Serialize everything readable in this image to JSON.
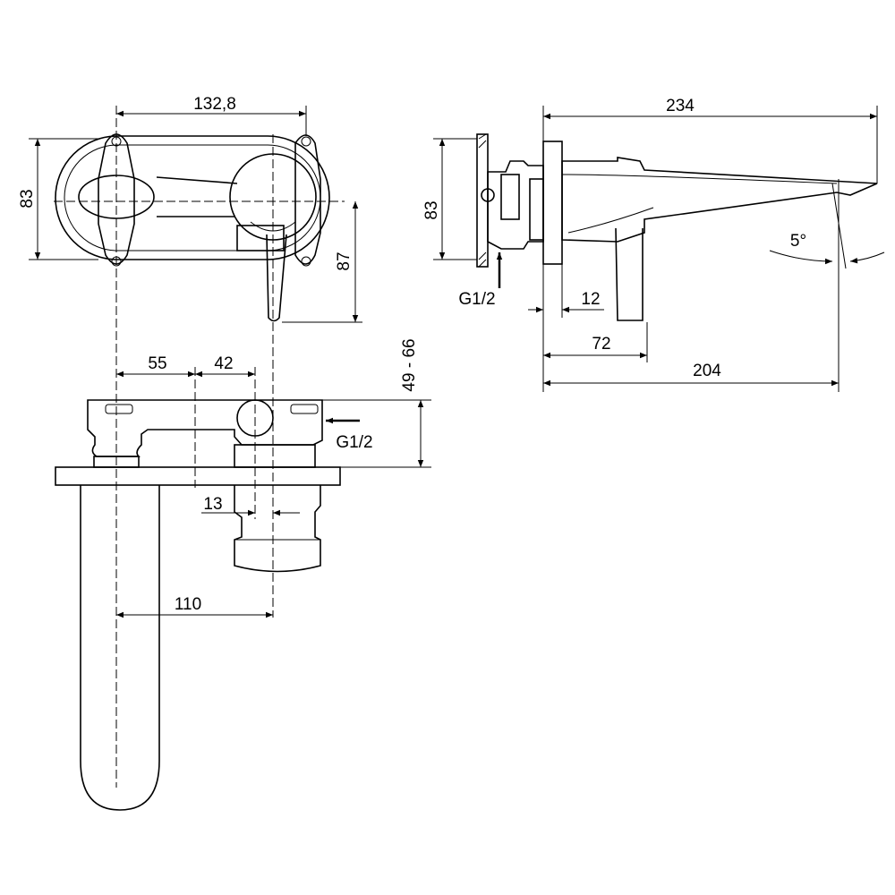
{
  "front_view": {
    "width_label": "132,8",
    "height_label": "83",
    "handle_drop_label": "87"
  },
  "side_view": {
    "length_label": "234",
    "height_label": "83",
    "inlet_label": "G1/2",
    "angle_label": "5°",
    "plate_label": "12",
    "handle_label": "72",
    "projection_label": "204"
  },
  "top_view": {
    "offset1_label": "55",
    "offset2_label": "42",
    "depth_label": "49 - 66",
    "inlet_label": "G1/2",
    "cartridge_label": "13",
    "spout_label": "110"
  },
  "colors": {
    "line": "#000000",
    "background": "#ffffff"
  }
}
